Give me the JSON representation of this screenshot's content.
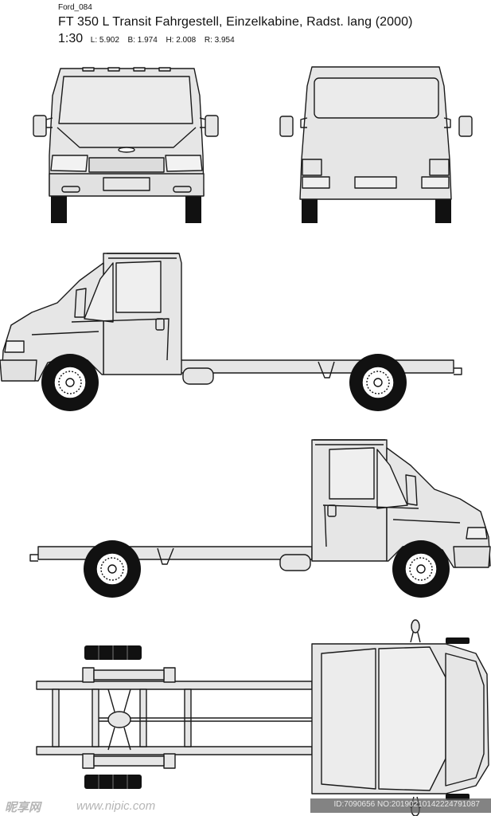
{
  "header": {
    "model_code": "Ford_084",
    "title": "FT 350 L Transit Fahrgestell, Einzelkabine, Radst. lang (2000)",
    "scale": "1:30",
    "dimensions": [
      "L: 5.902",
      "B: 1.974",
      "H: 2.008",
      "R: 3.954"
    ]
  },
  "colors": {
    "body_fill": "#e6e6e6",
    "outline": "#1a1a1a",
    "tire": "#111111",
    "background": "#ffffff"
  },
  "views": [
    "front-view",
    "rear-view",
    "left-side-view",
    "right-side-view",
    "top-view"
  ],
  "watermark": {
    "brand": "昵享网",
    "url": "www.nipic.com",
    "id": "ID:7090656 NO:20190210142224791087"
  }
}
